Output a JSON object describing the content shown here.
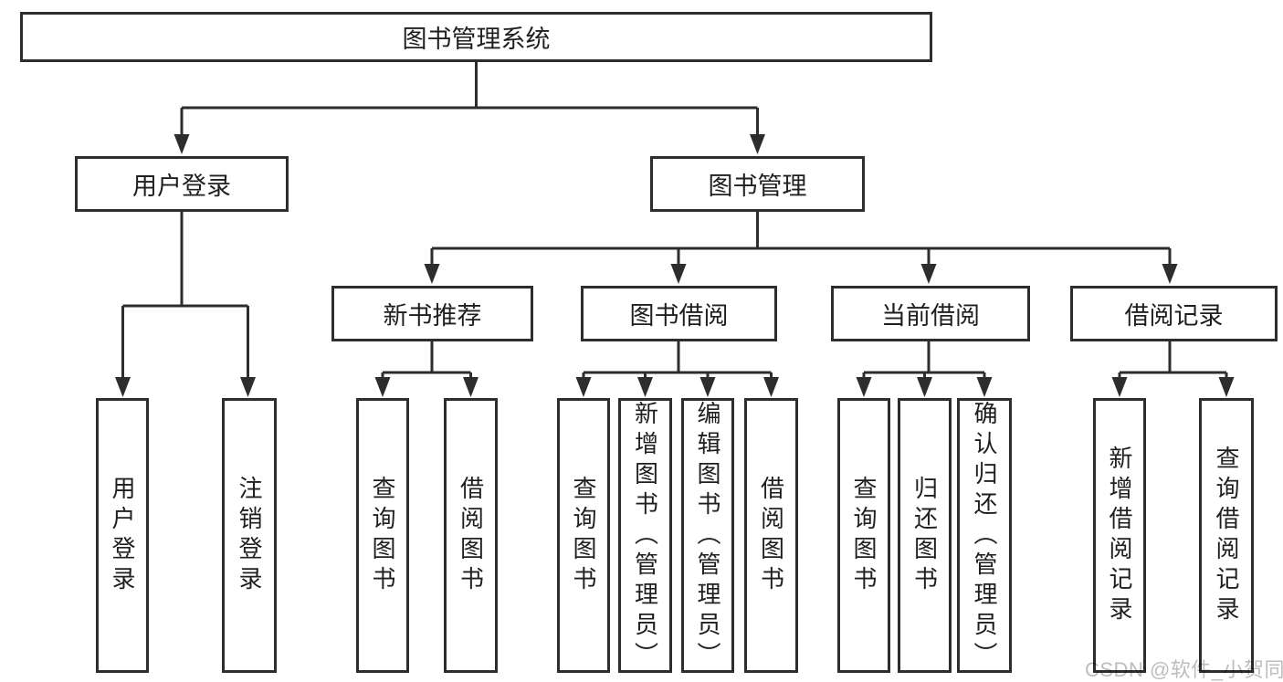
{
  "diagram": {
    "root": {
      "label": "图书管理系统"
    },
    "branches": [
      {
        "label": "用户登录",
        "children": [
          {
            "label": "用户登录"
          },
          {
            "label": "注销登录"
          }
        ]
      },
      {
        "label": "图书管理",
        "children": [
          {
            "label": "新书推荐",
            "children": [
              {
                "label": "查询图书"
              },
              {
                "label": "借阅图书"
              }
            ]
          },
          {
            "label": "图书借阅",
            "children": [
              {
                "label": "查询图书"
              },
              {
                "label": "新增图书（管理员）"
              },
              {
                "label": "编辑图书（管理员）"
              },
              {
                "label": "借阅图书"
              }
            ]
          },
          {
            "label": "当前借阅",
            "children": [
              {
                "label": "查询图书"
              },
              {
                "label": "归还图书"
              },
              {
                "label": "确认归还（管理员）"
              }
            ]
          },
          {
            "label": "借阅记录",
            "children": [
              {
                "label": "新增借阅记录"
              },
              {
                "label": "查询借阅记录"
              }
            ]
          }
        ]
      }
    ]
  },
  "watermark": {
    "text": "CSDN @软件_小贺同学"
  },
  "colors": {
    "line": "#2d2d2d",
    "border": "#2d2d2d",
    "text": "#1f1f1f",
    "background": "#ffffff",
    "watermark": "#bdbdbd"
  }
}
